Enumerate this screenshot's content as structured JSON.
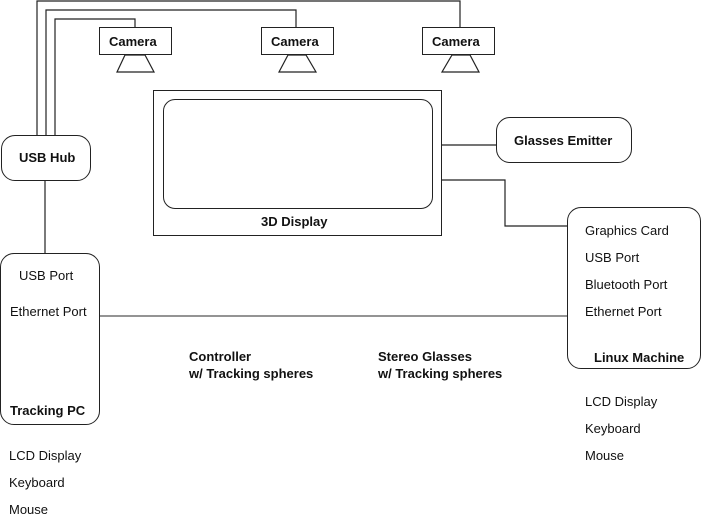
{
  "diagram": {
    "cameras": [
      {
        "label": "Camera"
      },
      {
        "label": "Camera"
      },
      {
        "label": "Camera"
      }
    ],
    "usb_hub": {
      "label": "USB Hub"
    },
    "display_3d": {
      "label": "3D Display"
    },
    "glasses_emitter": {
      "label": "Glasses Emitter"
    },
    "tracking_pc": {
      "title": "Tracking PC",
      "ports": [
        "USB Port",
        "Ethernet Port"
      ],
      "peripherals": [
        "LCD Display",
        "Keyboard",
        "Mouse"
      ]
    },
    "linux_machine": {
      "title": "Linux Machine",
      "ports": [
        "Graphics Card",
        "USB Port",
        "Bluetooth Port",
        "Ethernet Port"
      ],
      "peripherals": [
        "LCD Display",
        "Keyboard",
        "Mouse"
      ]
    },
    "controller": {
      "line1": "Controller",
      "line2": "w/ Tracking spheres"
    },
    "stereo_glasses": {
      "line1": "Stereo Glasses",
      "line2": "w/ Tracking spheres"
    },
    "line_color": "#222222"
  }
}
